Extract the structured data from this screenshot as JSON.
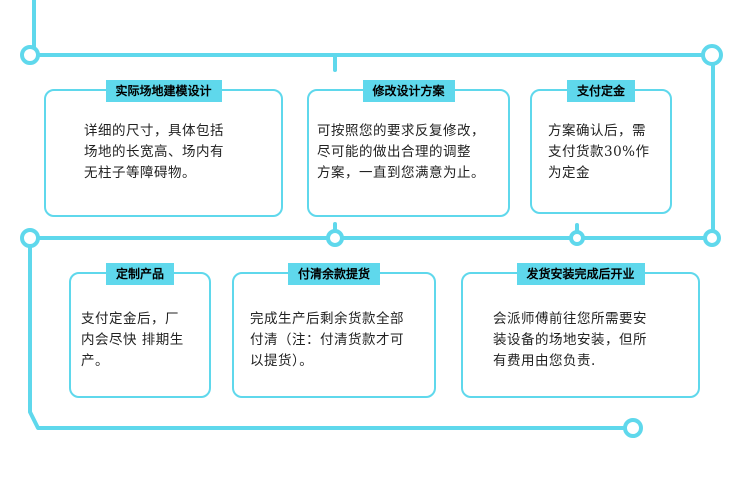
{
  "colors": {
    "accent": "#5fd8ec",
    "border": "#5fd8ec",
    "text": "#222222"
  },
  "steps": [
    {
      "title": "实际场地建模设计",
      "lines": [
        "详细的尺寸，具体包括",
        "场地的长宽高、场内有",
        "无柱子等障碍物。"
      ]
    },
    {
      "title": "修改设计方案",
      "lines": [
        "可按照您的要求反复修改，",
        "尽可能的做出合理的调整",
        "方案，一直到您满意为止。"
      ]
    },
    {
      "title": "支付定金",
      "lines": [
        "方案确认后，需",
        "支付货款30%作",
        "为定金"
      ]
    },
    {
      "title": "定制产品",
      "lines": [
        "支付定金后，厂",
        "内会尽快 排期生",
        "产。"
      ]
    },
    {
      "title": "付清余款提货",
      "lines": [
        "完成生产后剩余货款全部",
        "付清（注：付清货款才可",
        "以提货）。"
      ]
    },
    {
      "title": "发货安装完成后开业",
      "lines": [
        "会派师傅前往您所需要安",
        "装设备的场地安装，但所",
        "有费用由您负责."
      ]
    }
  ]
}
